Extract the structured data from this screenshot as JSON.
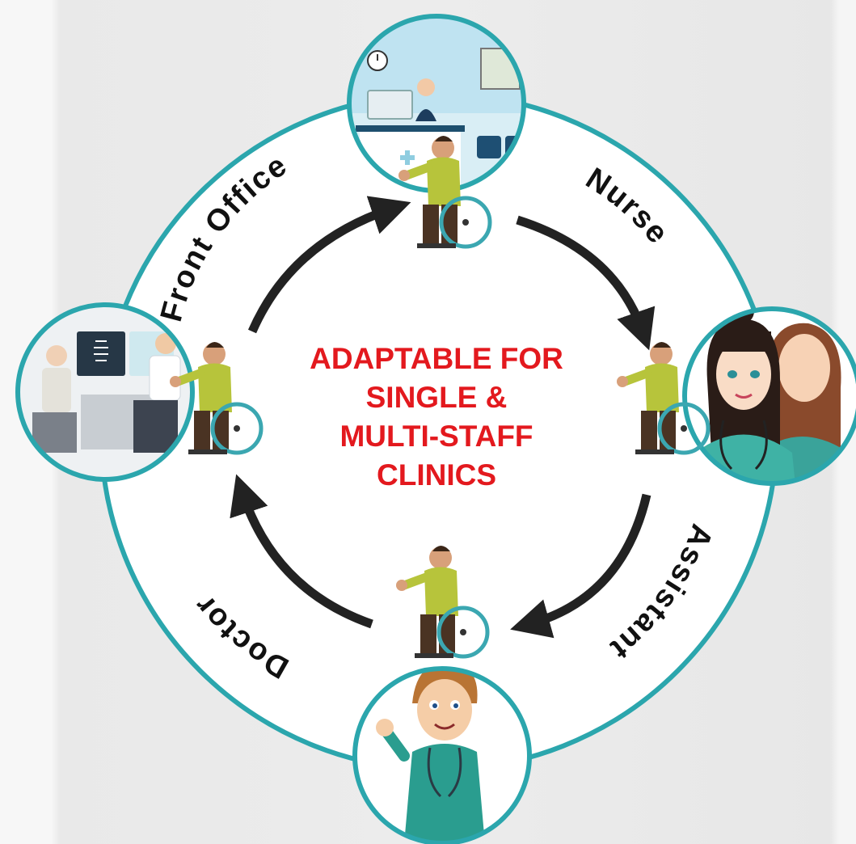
{
  "center_title": {
    "line1": "ADAPTABLE FOR",
    "line2": "SINGLE &",
    "line3": "MULTI-STAFF",
    "line4": "CLINICS"
  },
  "roles": {
    "front_office": "Front Office",
    "nurse": "Nurse",
    "assistant": "Assistant",
    "doctor": "Doctor"
  },
  "colors": {
    "ring": "#2ba6ad",
    "title_red": "#e3191e",
    "arrow": "#222222",
    "label": "#111111"
  },
  "icons": {
    "reception_scene": "reception-desk-icon",
    "nurses_scene": "nurses-icon",
    "assistant_scene": "assistant-icon",
    "doctor_scene": "doctor-consultation-icon",
    "patient": "wheelchair-patient-icon"
  }
}
